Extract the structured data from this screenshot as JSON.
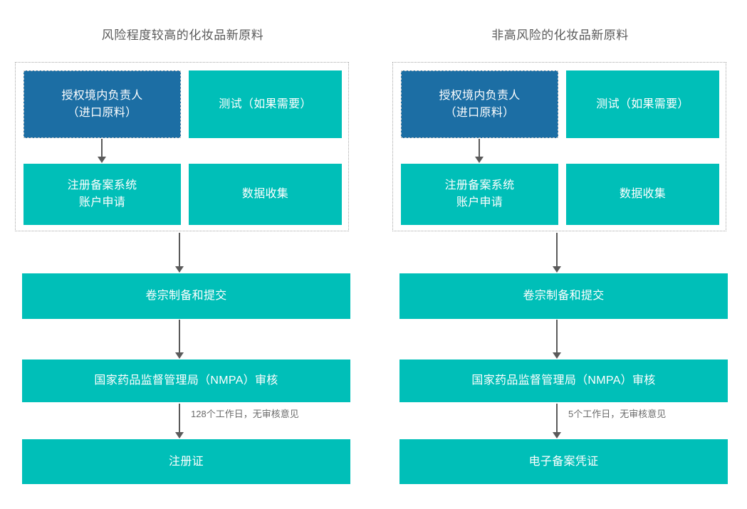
{
  "diagram": {
    "accent_teal": "#00bfb8",
    "accent_blue": "#1c6ea4",
    "text_gray": "#5a5a5a",
    "arrow_gray": "#5a5a5a",
    "columns": [
      {
        "id": "high-risk",
        "title": "风险程度较高的化妆品新原料",
        "group_nodes": [
          {
            "id": "responsible-person",
            "label": "授权境内负责人\n（进口原料）",
            "style": "blue"
          },
          {
            "id": "testing",
            "label": "测试（如果需要）",
            "style": "teal"
          },
          {
            "id": "account-application",
            "label": "注册备案系统\n账户申请",
            "style": "teal"
          },
          {
            "id": "data-collection",
            "label": "数据收集",
            "style": "teal"
          }
        ],
        "dossier": "卷宗制备和提交",
        "review": "国家药品监督管理局（NMPA）审核",
        "edge_label": "128个工作日，无审核意见",
        "result": "注册证"
      },
      {
        "id": "non-high-risk",
        "title": "非高风险的化妆品新原料",
        "group_nodes": [
          {
            "id": "responsible-person",
            "label": "授权境内负责人\n（进口原料）",
            "style": "blue"
          },
          {
            "id": "testing",
            "label": "测试（如果需要）",
            "style": "teal"
          },
          {
            "id": "account-application",
            "label": "注册备案系统\n账户申请",
            "style": "teal"
          },
          {
            "id": "data-collection",
            "label": "数据收集",
            "style": "teal"
          }
        ],
        "dossier": "卷宗制备和提交",
        "review": "国家药品监督管理局（NMPA）审核",
        "edge_label": "5个工作日，无审核意见",
        "result": "电子备案凭证"
      }
    ]
  }
}
